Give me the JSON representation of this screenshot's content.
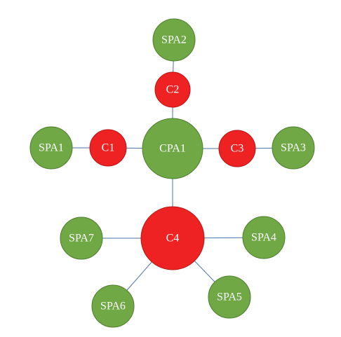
{
  "colors": {
    "spa_fill": "#6fa845",
    "spa_stroke": "#4f7e30",
    "c_fill": "#ee2222",
    "c_stroke": "#b91414",
    "cpa_fill": "#6fa845",
    "cpa_stroke": "#4f7e30",
    "edge": "#4a72a8"
  },
  "nodes": {
    "spa2": {
      "label": "SPA2"
    },
    "c2": {
      "label": "C2"
    },
    "spa1": {
      "label": "SPA1"
    },
    "c1": {
      "label": "C1"
    },
    "cpa1": {
      "label": "CPA1"
    },
    "c3": {
      "label": "C3"
    },
    "spa3": {
      "label": "SPA3"
    },
    "c4": {
      "label": "C4"
    },
    "spa7": {
      "label": "SPA7"
    },
    "spa4": {
      "label": "SPA4"
    },
    "spa6": {
      "label": "SPA6"
    },
    "spa5": {
      "label": "SPA5"
    }
  },
  "edges": [
    [
      "spa2",
      "c2"
    ],
    [
      "c2",
      "cpa1"
    ],
    [
      "spa1",
      "c1"
    ],
    [
      "c1",
      "cpa1"
    ],
    [
      "cpa1",
      "c3"
    ],
    [
      "c3",
      "spa3"
    ],
    [
      "cpa1",
      "c4"
    ],
    [
      "c4",
      "spa7"
    ],
    [
      "c4",
      "spa4"
    ],
    [
      "c4",
      "spa6"
    ],
    [
      "c4",
      "spa5"
    ]
  ]
}
